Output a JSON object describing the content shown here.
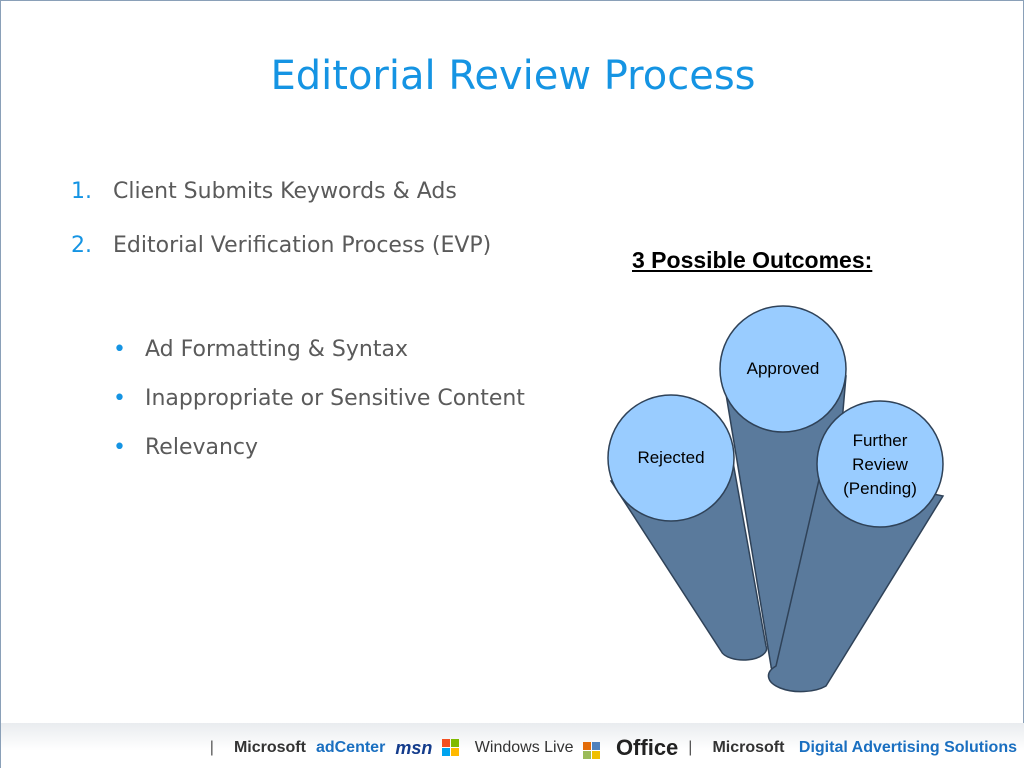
{
  "slide": {
    "title": "Editorial Review Process",
    "numbered_items": [
      {
        "num": "1.",
        "text": "Client Submits Keywords & Ads"
      },
      {
        "num": "2.",
        "text": "Editorial Verification Process (EVP)"
      }
    ],
    "bullet_items": [
      {
        "text": "Ad Formatting & Syntax"
      },
      {
        "text": "Inappropriate or Sensitive Content"
      },
      {
        "text": "Relevancy"
      }
    ],
    "outcomes_title": "3 Possible Outcomes:",
    "outcomes": {
      "approved": "Approved",
      "rejected": "Rejected",
      "further_line1": "Further",
      "further_line2": "Review",
      "further_line3": "(Pending)"
    },
    "bullet_symbol": "•"
  },
  "footer": {
    "separator": "|",
    "microsoft": "Microsoft",
    "adcenter": "adCenter",
    "msn": "msn",
    "windows_live": "Windows Live",
    "office": "Office",
    "microsoft2": "Microsoft",
    "digital_advertising": "Digital Advertising Solutions"
  },
  "colors": {
    "title": "#1594e3",
    "body_text": "#5a5a5a",
    "circle_fill": "#99ccff",
    "cylinder_fill": "#5a7a9c"
  }
}
